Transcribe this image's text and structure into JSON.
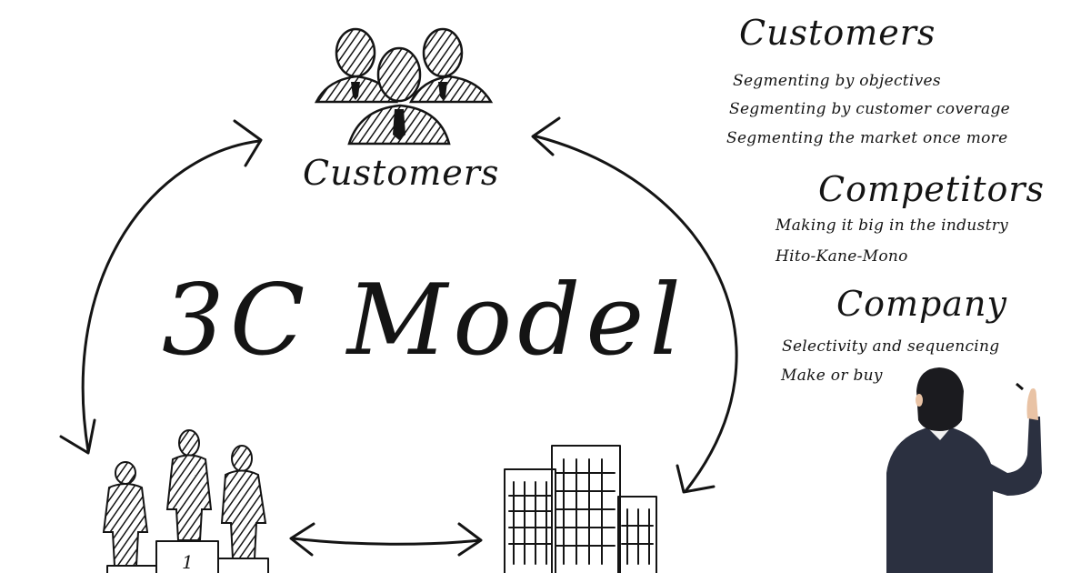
{
  "title": "3C Model",
  "center_label": "Customers",
  "notes": {
    "customers": {
      "heading": "Customers",
      "items": [
        "Segmenting by objectives",
        "Segmenting by customer coverage",
        "Segmenting the market once more"
      ]
    },
    "competitors": {
      "heading": "Competitors",
      "items": [
        "Making it big in the industry",
        "Hito-Kane-Mono"
      ]
    },
    "company": {
      "heading": "Company",
      "items": [
        "Selectivity and sequencing",
        "Make or buy"
      ]
    }
  },
  "podium": {
    "place_label": "1"
  },
  "colors": {
    "ink": "#141414",
    "background": "#ffffff",
    "suit": "#2b3040",
    "skin": "#e9c3a5"
  }
}
